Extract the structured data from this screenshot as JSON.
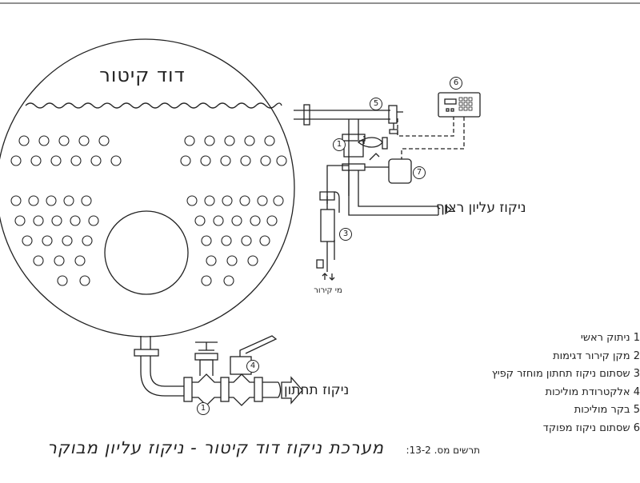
{
  "diagram": {
    "boiler_title": "דוד קיטור",
    "label_continuous": "ניקוז עליון רצוף",
    "label_bottom": "ניקוז תחתון",
    "cooling_water": "מי קירור",
    "figure_ref": "תרשים מס. 13-2:",
    "caption": "מערכת ניקוז דוד קיטור - ניקוז עליון מבוקר",
    "numbers": {
      "n1_top": "1",
      "n1_bottom": "1",
      "n3": "3",
      "n4": "4",
      "n5": "5",
      "n6": "6",
      "n7": "7"
    },
    "legend": [
      "1 ניתוק ראשי",
      "2 מקן קירור דגימות",
      "3 שסתום ניקוז תחתון מוחזר קפיץ",
      "4 אלקטרודת מוליכות",
      "5 בקר מוליכות",
      "6 שסתום ניקוז מפוקד"
    ]
  }
}
